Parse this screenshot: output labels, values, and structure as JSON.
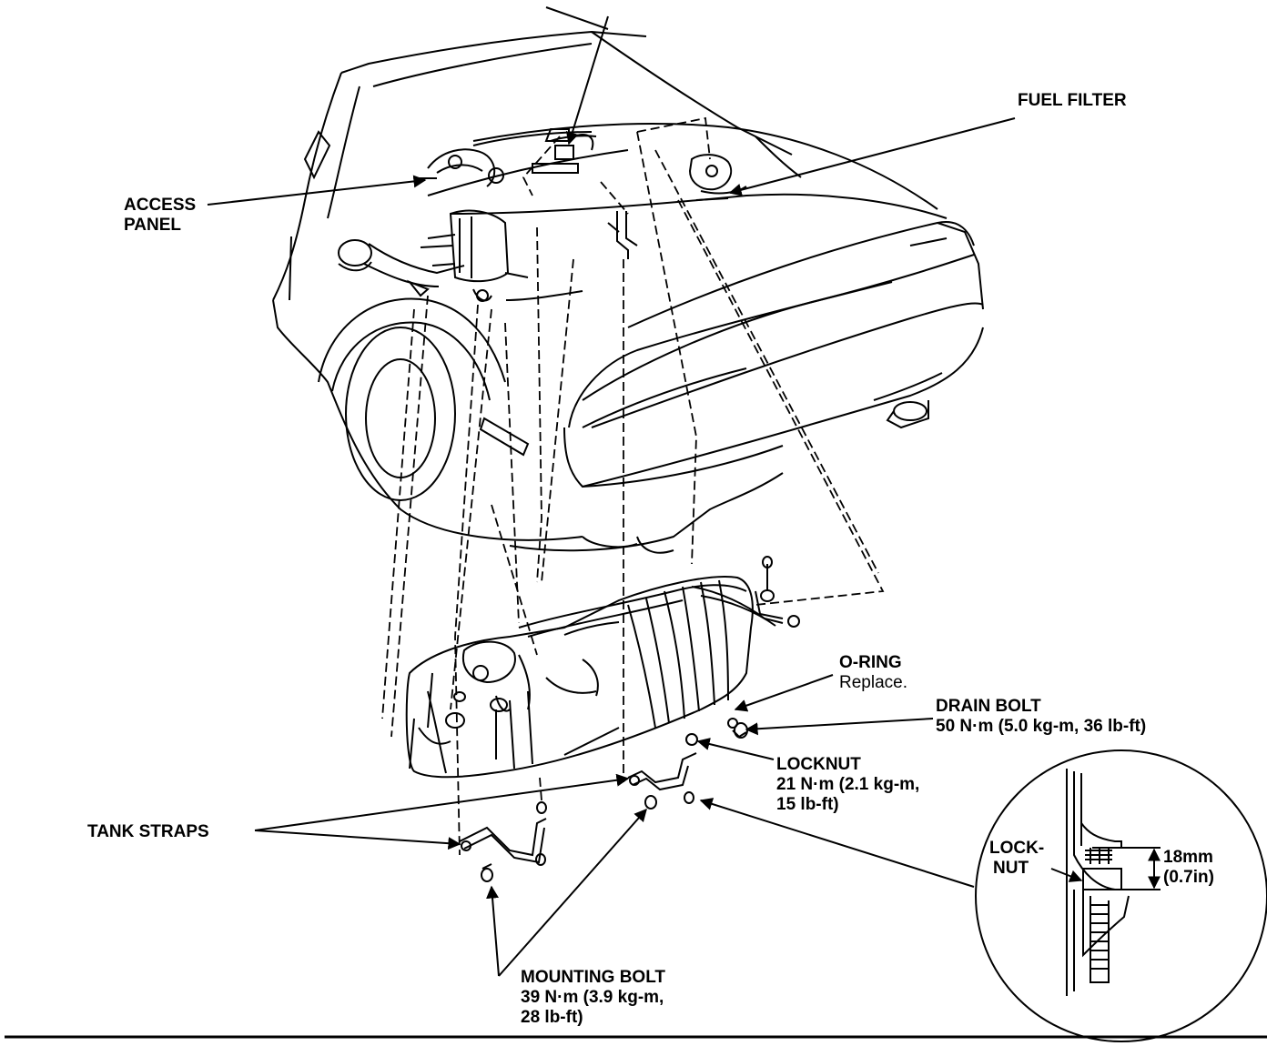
{
  "labels": {
    "access_panel": {
      "line1": "ACCESS",
      "line2": "PANEL"
    },
    "fuel_filter": "FUEL FILTER",
    "o_ring": {
      "title": "O-RING",
      "note": "Replace."
    },
    "drain_bolt": {
      "title": "DRAIN BOLT",
      "spec": "50 N·m (5.0 kg-m, 36 lb-ft)"
    },
    "locknut": {
      "title": "LOCKNUT",
      "spec1": "21 N·m (2.1 kg-m,",
      "spec2": "15 lb-ft)"
    },
    "tank_straps": "TANK STRAPS",
    "mounting_bolt": {
      "title": "MOUNTING BOLT",
      "spec1": "39 N·m (3.9 kg-m,",
      "spec2": "28 lb-ft)"
    },
    "detail": {
      "lock1": "LOCK-",
      "lock2": "NUT",
      "dim1": "18mm",
      "dim2": "(0.7in)"
    }
  }
}
